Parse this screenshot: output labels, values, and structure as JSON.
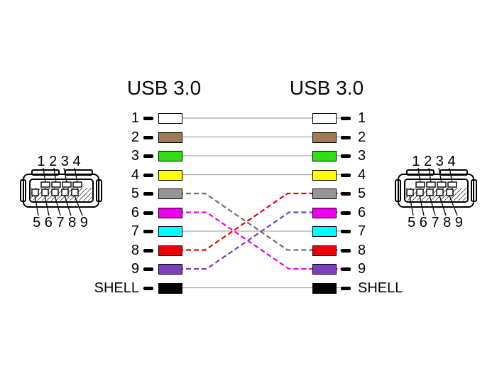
{
  "left_title": "USB 3.0",
  "right_title": "USB 3.0",
  "left_connector": {
    "top_pins": "1 2 3 4",
    "bottom_pins": "5 6 7 8 9"
  },
  "right_connector": {
    "top_pins": "1 2 3 4",
    "bottom_pins": "5 6 7 8 9"
  },
  "rows": [
    {
      "left_label": "1",
      "right_label": "1",
      "color": "#FFFFFF"
    },
    {
      "left_label": "2",
      "right_label": "2",
      "color": "#9E7A55"
    },
    {
      "left_label": "3",
      "right_label": "3",
      "color": "#31DD18"
    },
    {
      "left_label": "4",
      "right_label": "4",
      "color": "#FFFF00"
    },
    {
      "left_label": "5",
      "right_label": "5",
      "color": "#969696"
    },
    {
      "left_label": "6",
      "right_label": "6",
      "color": "#EE00EE"
    },
    {
      "left_label": "7",
      "right_label": "7",
      "color": "#00FFFF"
    },
    {
      "left_label": "8",
      "right_label": "8",
      "color": "#EE0000"
    },
    {
      "left_label": "9",
      "right_label": "9",
      "color": "#7B3DBB"
    },
    {
      "left_label": "SHELL",
      "right_label": "SHELL",
      "color": "#000000"
    }
  ],
  "wires": {
    "straight_color": "#A8A8A8",
    "crossed": [
      {
        "name": "pin5-to-pin8",
        "color": "#6E6E6E"
      },
      {
        "name": "pin8-to-pin5",
        "color": "#EE0000"
      },
      {
        "name": "pin6-to-pin9",
        "color": "#EE00EE"
      },
      {
        "name": "pin9-to-pin6",
        "color": "#7B3DBB"
      }
    ],
    "connections": [
      {
        "from": "1",
        "to": "1"
      },
      {
        "from": "2",
        "to": "2"
      },
      {
        "from": "3",
        "to": "3"
      },
      {
        "from": "4",
        "to": "4"
      },
      {
        "from": "5",
        "to": "8"
      },
      {
        "from": "6",
        "to": "9"
      },
      {
        "from": "7",
        "to": "7"
      },
      {
        "from": "8",
        "to": "5"
      },
      {
        "from": "9",
        "to": "6"
      },
      {
        "from": "SHELL",
        "to": "SHELL"
      }
    ]
  }
}
